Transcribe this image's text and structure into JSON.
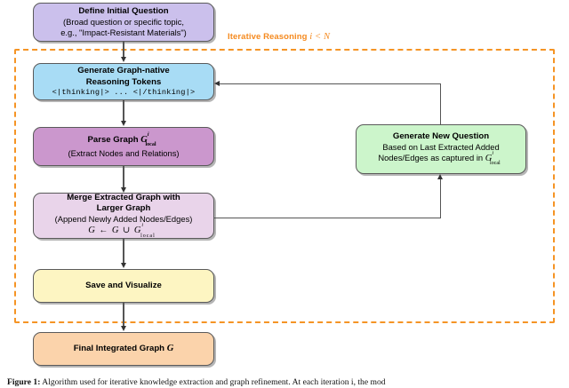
{
  "figure": {
    "region_label_prefix": "Iterative Reasoning",
    "region_label_math": "i < N",
    "caption_label": "Figure 1:",
    "caption_text": "Algorithm used for iterative knowledge extraction and graph refinement. At each iteration i, the mod"
  },
  "nodes": {
    "define": {
      "line1": "Define Initial Question",
      "line2": "(Broad question or specific topic,",
      "line3": "e.g., \"Impact-Resistant Materials\")",
      "color": "#cbc0ec"
    },
    "generate": {
      "line1": "Generate Graph-native",
      "line2": "Reasoning Tokens",
      "line3": "<|thinking|> ... <|/thinking|>",
      "color": "#a8dcf5"
    },
    "parse": {
      "line1_prefix": "Parse Graph",
      "line1_symbol": "G",
      "line1_sup": "i",
      "line1_sub": "local",
      "line2": "(Extract Nodes and Relations)",
      "color": "#cb97cd"
    },
    "merge": {
      "line1": "Merge Extracted Graph with",
      "line2": "Larger Graph",
      "line3": "(Append Newly Added Nodes/Edges)",
      "eq_g1": "G",
      "eq_arrow": "←",
      "eq_g2": "G",
      "eq_union": "∪",
      "eq_g3": "G",
      "eq_sup": "i",
      "eq_sub": "local",
      "color": "#e9d4ea"
    },
    "save": {
      "line1": "Save and Visualize",
      "color": "#fdf5c2"
    },
    "final": {
      "line1_prefix": "Final Integrated Graph",
      "line1_symbol": "G",
      "color": "#fbd3ab"
    },
    "newq": {
      "line1": "Generate New Question",
      "line2": "Based on Last Extracted Added",
      "line3_prefix": "Nodes/Edges as captured in",
      "line3_symbol": "G",
      "line3_sup": "i",
      "line3_sub": "local",
      "color": "#ccf5cb"
    }
  },
  "colors": {
    "dashed_border": "#f59425",
    "label_orange": "#f58a1f",
    "connector": "#555555",
    "node_border": "#5a5a5a"
  }
}
